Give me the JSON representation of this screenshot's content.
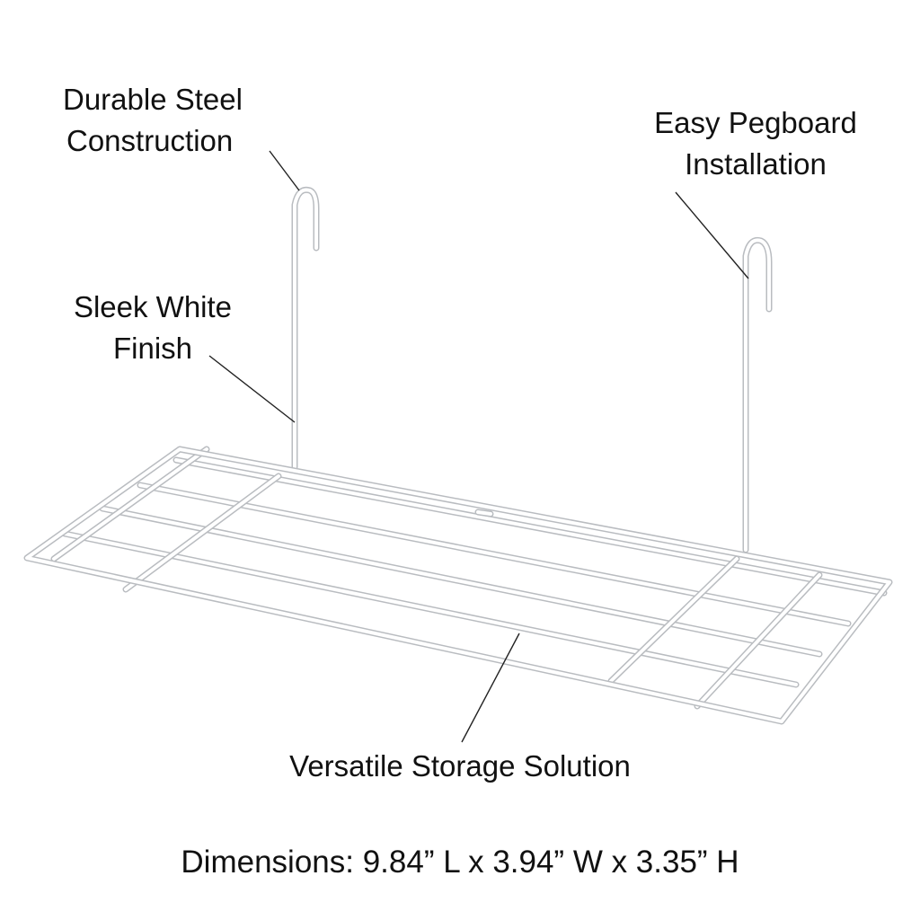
{
  "callouts": {
    "steel": [
      "Durable Steel",
      "Construction"
    ],
    "pegboard": [
      "Easy Pegboard",
      "Installation"
    ],
    "finish": [
      "Sleek White",
      "Finish"
    ],
    "storage": "Versatile Storage Solution"
  },
  "dimensions": "Dimensions: 9.84” L x 3.94” W x 3.35” H",
  "colors": {
    "background": "#ffffff",
    "wire": "#ffffff",
    "wire_edge": "#b9bcc0",
    "text": "#111111",
    "leader": "#222222"
  }
}
